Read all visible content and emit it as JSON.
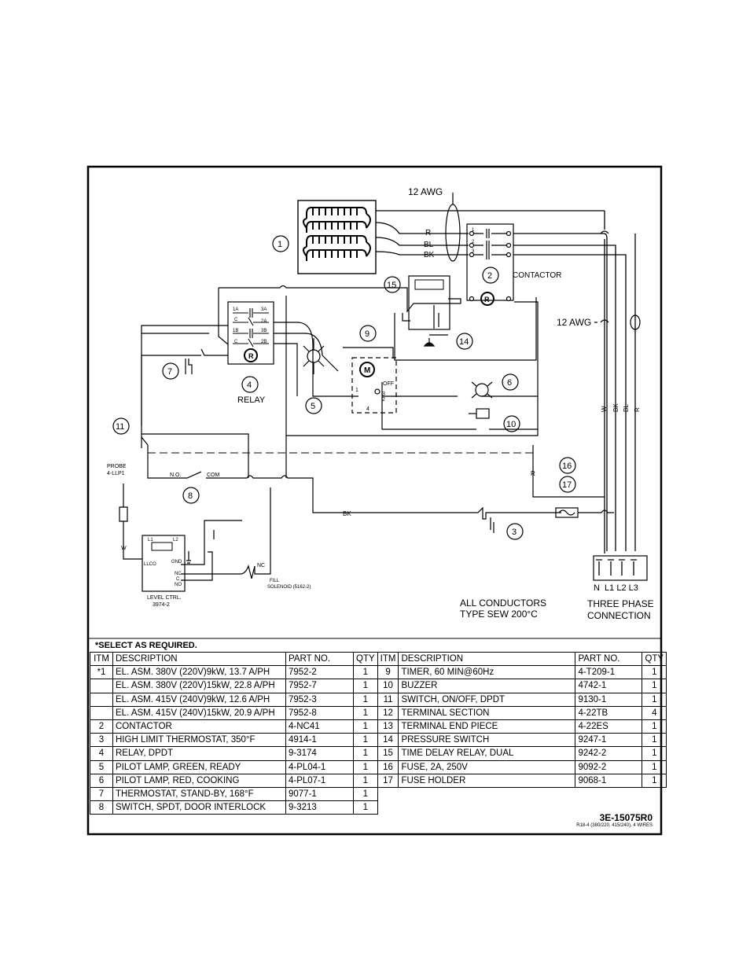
{
  "labels": {
    "wire_gauge_top": "12 AWG",
    "wire_gauge_right": "12 AWG",
    "wire_r": "R",
    "wire_bl": "BL",
    "wire_bk": "BK",
    "contactor": "CONTACTOR",
    "relay": "RELAY",
    "probe_line1": "PROBE",
    "probe_line2": "4-LLP1",
    "no": "N.O.",
    "com": "COM",
    "w": "W",
    "bk_main": "BK",
    "r_vert": "R",
    "nc": "NC",
    "fill_sol1": "FILL",
    "fill_sol2": "SOLENOID (5162-2)",
    "level_ctrl1": "LEVEL CTRL.",
    "level_ctrl2": "3974-2",
    "all_cond1": "ALL CONDUCTORS",
    "all_cond2": "TYPE SEW 200°C",
    "three_phase1": "THREE PHASE",
    "three_phase2": "CONNECTION",
    "terminals": "N  L1 L2 L3",
    "phase_w": "W",
    "phase_bk": "BK",
    "phase_bl": "BL",
    "phase_r": "R",
    "relay_pins": [
      "1A",
      "3A",
      "2A",
      "1B",
      "3B",
      "2B",
      "C",
      "C"
    ],
    "timer_pins": [
      "1",
      "2",
      "3",
      "4",
      "OFF"
    ],
    "contactor_pins": [
      "1",
      "2",
      "3"
    ],
    "lc_pins": [
      "L1",
      "L2",
      "LLCO",
      "GND",
      "NC",
      "C",
      "NO"
    ],
    "callouts": [
      "1",
      "2",
      "3",
      "4",
      "5",
      "6",
      "7",
      "8",
      "9",
      "10",
      "11",
      "14",
      "15",
      "16",
      "17"
    ]
  },
  "note": "*SELECT AS REQUIRED.",
  "table": {
    "headers": [
      "ITM",
      "DESCRIPTION",
      "PART NO.",
      "QTY",
      "ITM",
      "DESCRIPTION",
      "PART NO.",
      "QTY"
    ],
    "left": [
      [
        "*1",
        "EL. ASM. 380V (220V)9kW,   13.7 A/PH",
        "7952-2",
        "1"
      ],
      [
        "",
        "EL. ASM. 380V (220V)15kW, 22.8 A/PH",
        "7952-7",
        "1"
      ],
      [
        "",
        "EL. ASM. 415V (240V)9kW,   12.6 A/PH",
        "7952-3",
        "1"
      ],
      [
        "",
        "EL. ASM. 415V (240V)15kW, 20.9 A/PH",
        "7952-8",
        "1"
      ],
      [
        "2",
        "CONTACTOR",
        "4-NC41",
        "1"
      ],
      [
        "3",
        "HIGH LIMIT THERMOSTAT, 350°F",
        "4914-1",
        "1"
      ],
      [
        "4",
        "RELAY, DPDT",
        "9-3174",
        "1"
      ],
      [
        "5",
        "PILOT LAMP, GREEN, READY",
        "4-PL04-1",
        "1"
      ],
      [
        "6",
        "PILOT LAMP, RED, COOKING",
        "4-PL07-1",
        "1"
      ],
      [
        "7",
        "THERMOSTAT, STAND-BY, 168°F",
        "9077-1",
        "1"
      ],
      [
        "8",
        "SWITCH, SPDT, DOOR INTERLOCK",
        "9-3213",
        "1"
      ]
    ],
    "right": [
      [
        "9",
        "TIMER, 60 MIN@60Hz",
        "4-T209-1",
        "1"
      ],
      [
        "10",
        "BUZZER",
        "4742-1",
        "1"
      ],
      [
        "11",
        "SWITCH, ON/OFF, DPDT",
        "9130-1",
        "1"
      ],
      [
        "12",
        "TERMINAL SECTION",
        "4-22TB",
        "4"
      ],
      [
        "13",
        "TERMINAL END PIECE",
        "4-22ES",
        "1"
      ],
      [
        "14",
        "PRESSURE SWITCH",
        "9247-1",
        "1"
      ],
      [
        "15",
        "TIME DELAY RELAY, DUAL",
        "9242-2",
        "1"
      ],
      [
        "16",
        "FUSE, 2A, 250V",
        "9092-2",
        "1"
      ],
      [
        "17",
        "FUSE HOLDER",
        "9068-1",
        "1"
      ]
    ]
  },
  "doc_number": "3E-15075R0",
  "doc_sub": "R18-4 (380/220, 415/240), 4 WIRES"
}
